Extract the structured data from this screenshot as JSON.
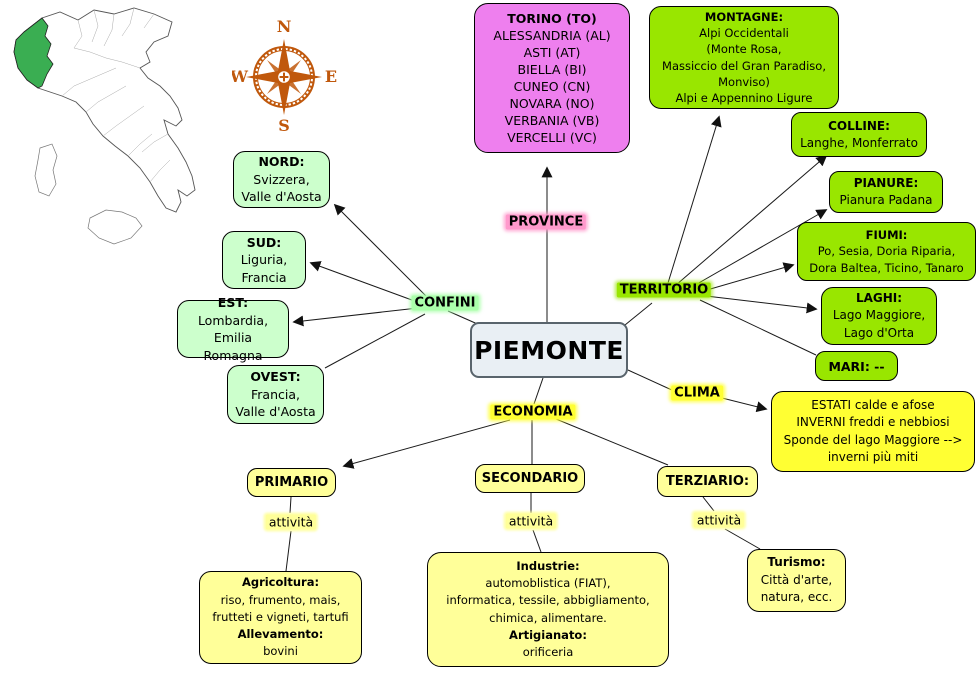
{
  "palette": {
    "province_box": "#EE7FEE",
    "territory_box": "#99E600",
    "border_box": "#CCFFCC",
    "economy_box": "#FFFF99",
    "climate_box": "#FFFF33",
    "center_box": "#E9EFF4",
    "map_region_highlight": "#3AAE52",
    "compass_color": "#C0580C",
    "line_color": "#1a1a1a"
  },
  "compass": {
    "n": "N",
    "e": "E",
    "s": "S",
    "w": "W"
  },
  "center": {
    "title": "PIEMONTE"
  },
  "labels": {
    "province": "PROVINCE",
    "confini": "CONFINI",
    "territorio": "TERRITORIO",
    "clima": "CLIMA",
    "economia": "ECONOMIA",
    "attivita": "attività"
  },
  "nodes": {
    "torino": {
      "title": "TORINO (TO)",
      "body": "ALESSANDRIA (AL)\nASTI (AT)\nBIELLA (BI)\nCUNEO (CN)\nNOVARA (NO)\nVERBANIA (VB)\nVERCELLI (VC)"
    },
    "montagne": {
      "title": "MONTAGNE:",
      "body": "Alpi Occidentali\n(Monte Rosa,\nMassiccio del Gran Paradiso,\nMonviso)\nAlpi e Appennino Ligure"
    },
    "colline": {
      "title": "COLLINE:",
      "body": "Langhe, Monferrato"
    },
    "pianure": {
      "title": "PIANURE:",
      "body": "Pianura Padana"
    },
    "fiumi": {
      "title": "FIUMI:",
      "body": "Po, Sesia, Doria Riparia,\nDora Baltea, Ticino, Tanaro"
    },
    "laghi": {
      "title": "LAGHI:",
      "body": "Lago Maggiore,\nLago d'Orta"
    },
    "mari": {
      "title": "MARI: --"
    },
    "nord": {
      "title": "NORD:",
      "body": "Svizzera,\nValle d'Aosta"
    },
    "sud": {
      "title": "SUD:",
      "body": "Liguria,\nFrancia"
    },
    "est": {
      "title": "EST:",
      "body": "Lombardia,\nEmilia Romagna"
    },
    "ovest": {
      "title": "OVEST:",
      "body": "Francia,\nValle d'Aosta"
    },
    "clima_box": {
      "body": "ESTATI calde e afose\nINVERNI freddi e nebbiosi\nSponde del lago Maggiore -->\ninverni più miti"
    },
    "primario": {
      "title": "PRIMARIO"
    },
    "secondario": {
      "title": "SECONDARIO"
    },
    "terziario": {
      "title": "TERZIARIO:"
    },
    "agricoltura": {
      "title": "Agricoltura:",
      "body": "riso, frumento, mais,\nfrutteti e vigneti, tartufi",
      "title2": "Allevamento:",
      "body2": "bovini"
    },
    "industrie": {
      "title": "Industrie:",
      "body": "automoblistica (FIAT),\ninformatica, tessile, abbigliamento,\nchimica, alimentare.",
      "title2": "Artigianato:",
      "body2": "orificeria"
    },
    "turismo": {
      "title": "Turismo:",
      "body": "Città d'arte,\nnatura, ecc."
    }
  }
}
